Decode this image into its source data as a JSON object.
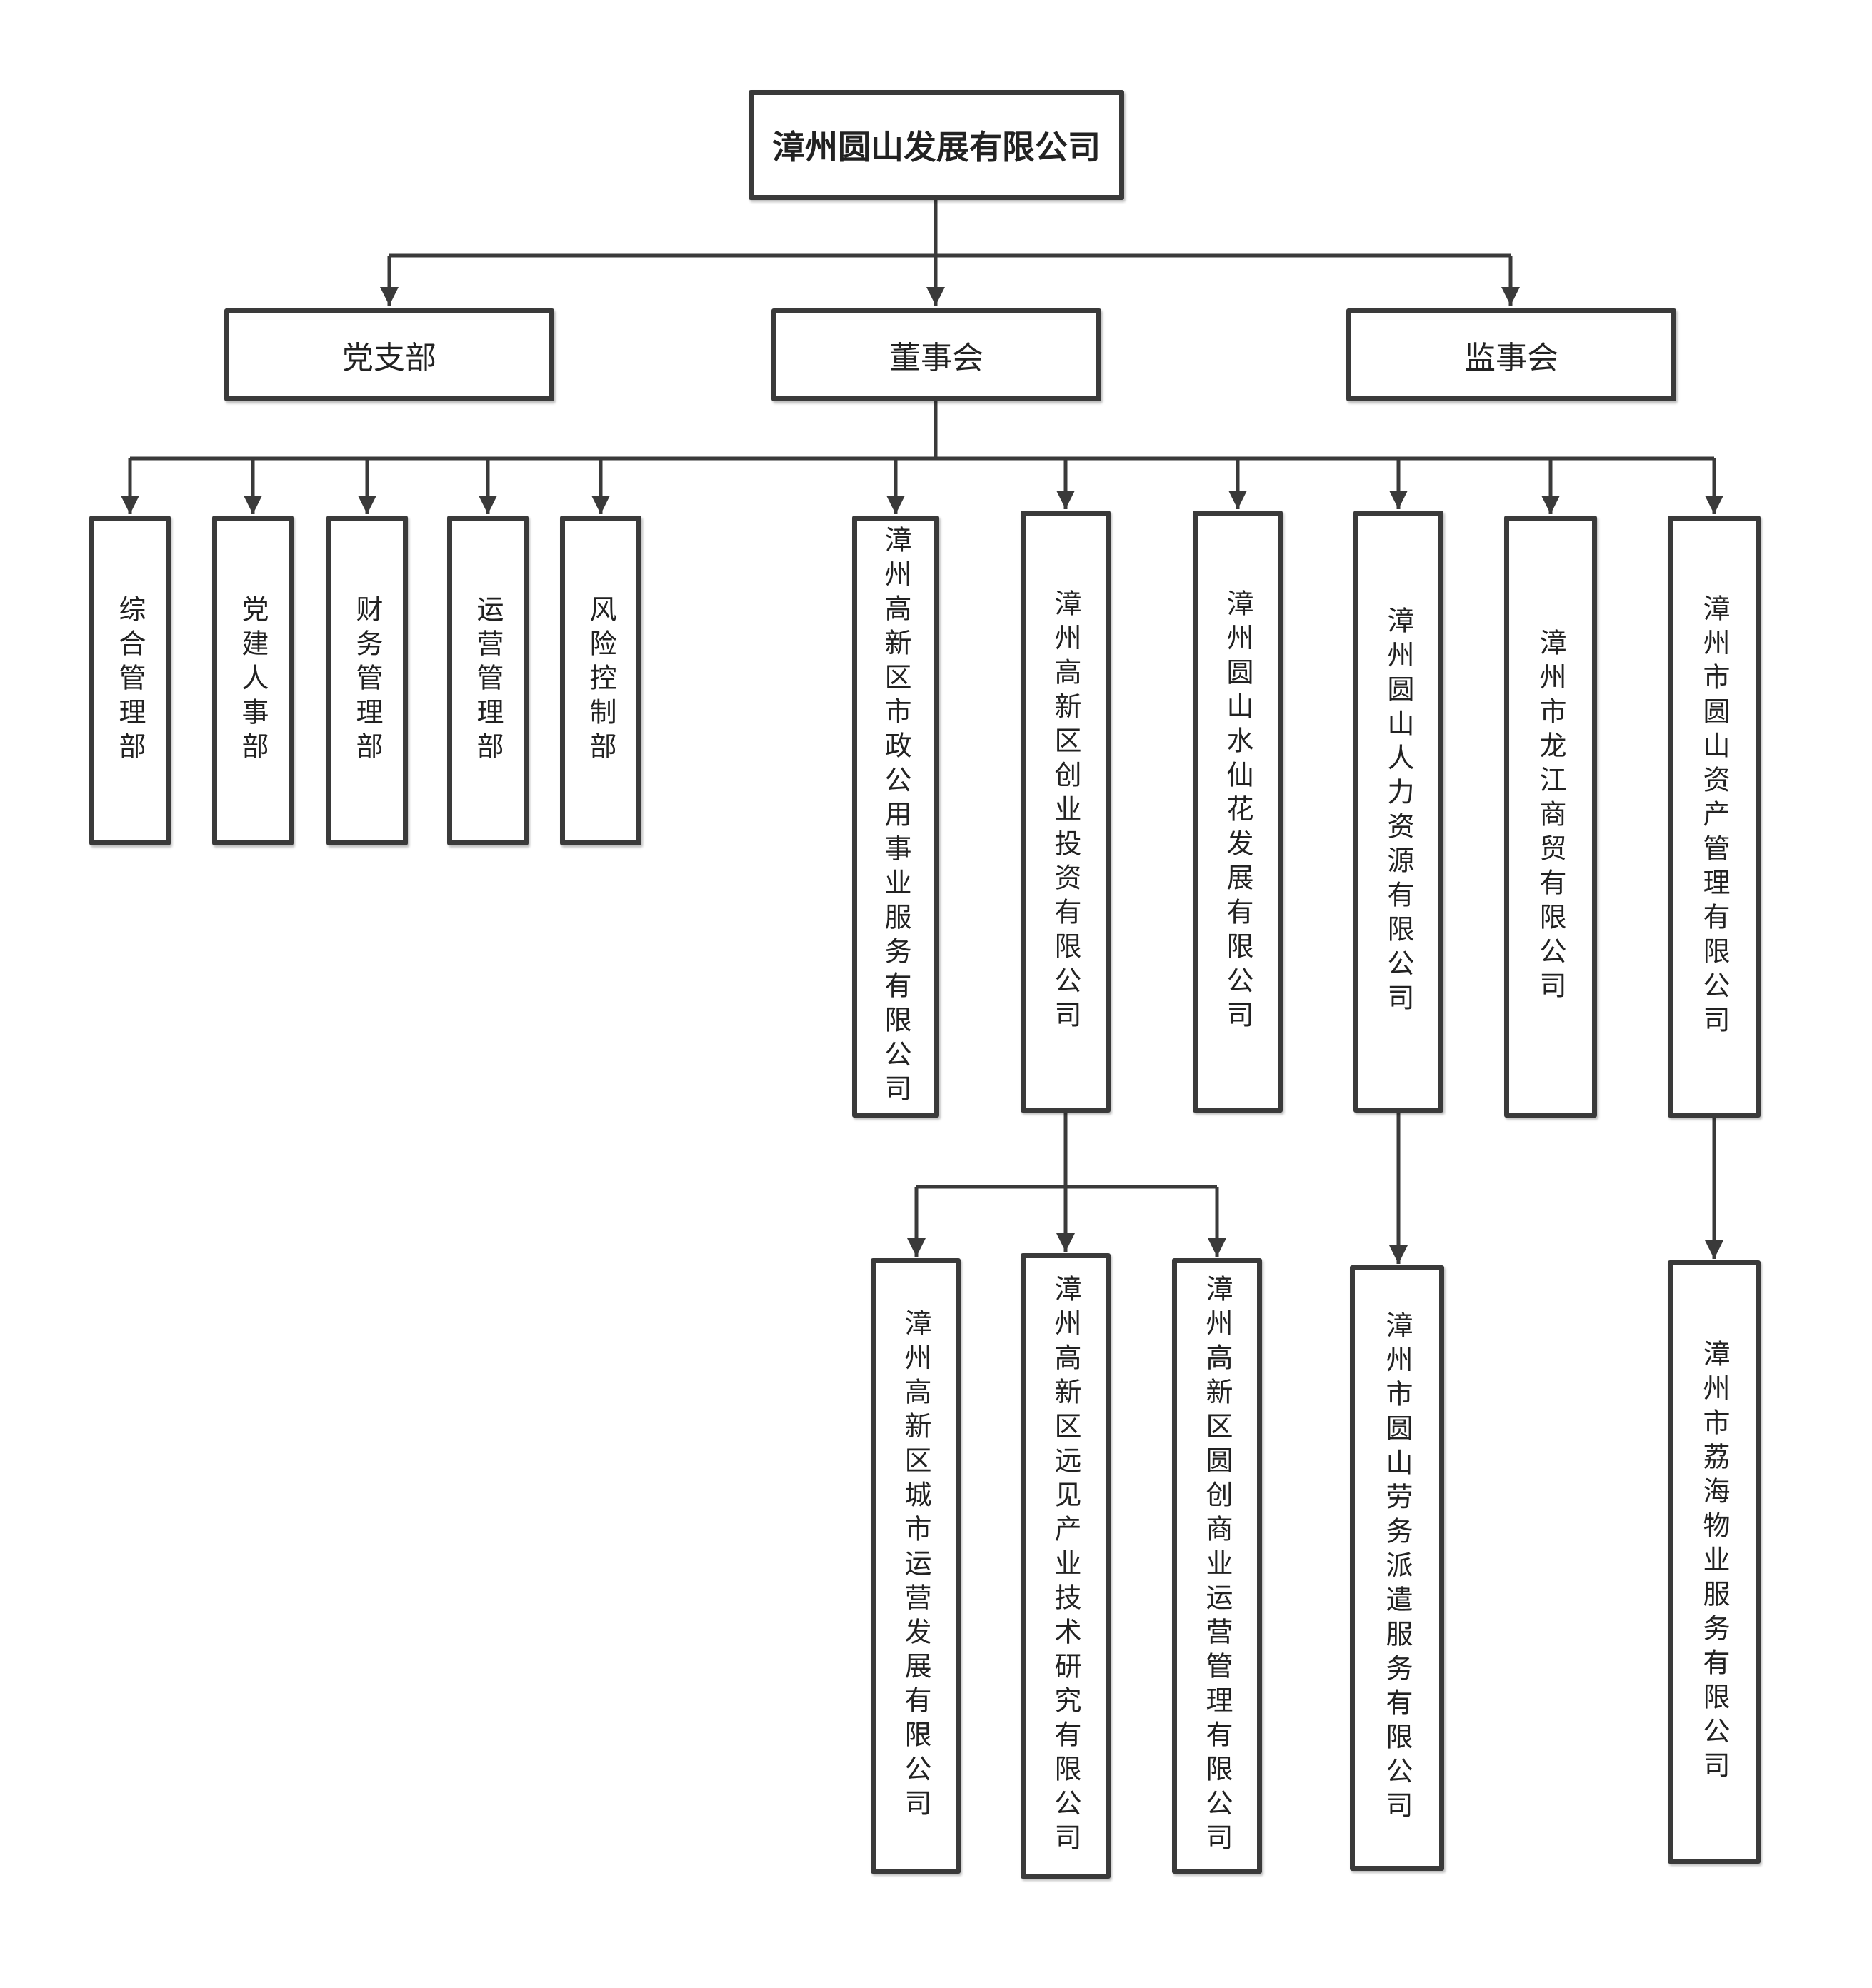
{
  "root": "漳州圆山发展有限公司",
  "level1": {
    "party": "党支部",
    "board": "董事会",
    "supervisors": "监事会"
  },
  "departments": [
    "综合管理部",
    "党建人事部",
    "财务管理部",
    "运营管理部",
    "风险控制部"
  ],
  "subsidiaries": [
    "漳州高新区市政公用事业服务有限公司",
    "漳州高新区创业投资有限公司",
    "漳州圆山水仙花发展有限公司",
    "漳州圆山人力资源有限公司",
    "漳州市龙江商贸有限公司",
    "漳州市圆山资产管理有限公司"
  ],
  "ventureChildren": [
    "漳州高新区城市运营发展有限公司",
    "漳州高新区远见产业技术研究有限公司",
    "漳州高新区圆创商业运营管理有限公司"
  ],
  "hrChild": "漳州市圆山劳务派遣服务有限公司",
  "assetChild": "漳州市荔海物业服务有限公司",
  "colors": {
    "line": "#3a3a3a",
    "border": "#3a3a3a",
    "background": "#ffffff"
  }
}
